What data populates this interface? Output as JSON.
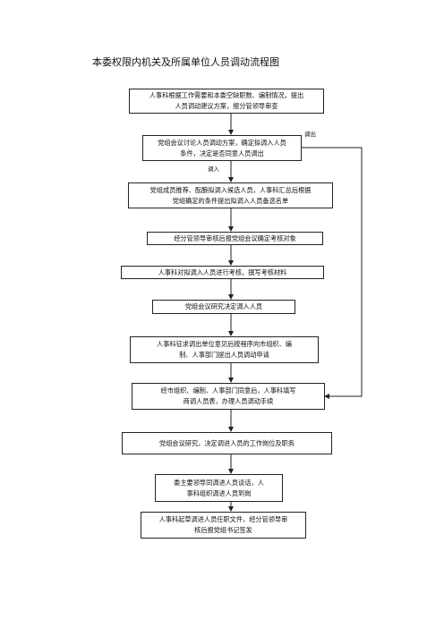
{
  "title": "本委权限内机关及所属单位人员调动流程图",
  "steps": [
    {
      "line1": "人事科根据工作需要和本委空缺职数、编制情况，提出",
      "line2": "人员调动建议方案，报分管领导审查"
    },
    {
      "line1": "党组会议讨论人员调动方案，确定拟调入人员",
      "line2": "条件，决定是否同意人员调出"
    },
    {
      "line1": "党组成员推荐、酝酿拟调入候选人员，人事科汇总后根据",
      "line2": "党组确定的条件提出拟调入人员备选名单"
    },
    {
      "line1": "经分管领导审核后报党组会议确定考核对象",
      "line2": ""
    },
    {
      "line1": "人事科对拟调入人员进行考核，撰写考核材料",
      "line2": ""
    },
    {
      "line1": "党组会议研究决定调入人员",
      "line2": ""
    },
    {
      "line1": "人事科征求调出单位意见后按程序向市组织、编",
      "line2": "制、人事部门提出人员调动申请"
    },
    {
      "line1": "经市组织、编制、人事部门同意后，人事科填写",
      "line2": "商调人员表，办理人员调动手续"
    },
    {
      "line1": "党组会议研究，决定调进人员的工作岗位及职务",
      "line2": ""
    },
    {
      "line1": "委主要领导同调进人员谈话，人",
      "line2": "事科组织调进人员到岗"
    },
    {
      "line1": "人事科起草调进人员任职文件，经分管领导审",
      "line2": "核后报党组书记签发"
    }
  ],
  "labels": {
    "transfer_out": "调出",
    "transfer_in": "调入"
  }
}
